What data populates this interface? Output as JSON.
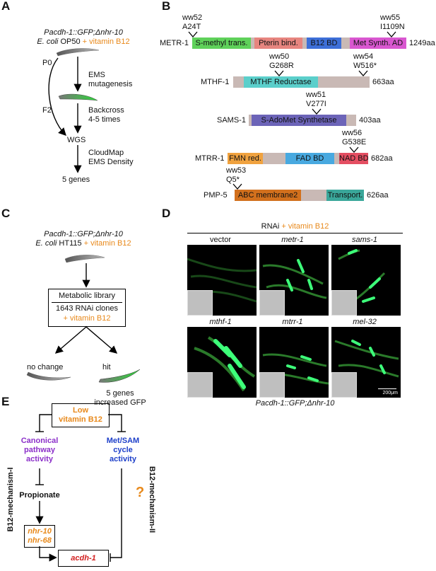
{
  "panels": {
    "A": "A",
    "B": "B",
    "C": "C",
    "D": "D",
    "E": "E"
  },
  "panelA": {
    "strain": "Pacdh-1::GFP;Δnhr-10",
    "bacteria_prefix": "E. coli",
    "bacteria_strain": "OP50",
    "supplement": "+ vitamin B12",
    "p0": "P0",
    "f2": "F2",
    "step1": [
      "EMS",
      "mutagenesis"
    ],
    "step2": [
      "Backcross",
      "4-5 times"
    ],
    "wgs": "WGS",
    "step3": [
      "CloudMap",
      "EMS Density"
    ],
    "result": "5 genes"
  },
  "panelB": {
    "proteins": [
      {
        "name": "METR-1",
        "length": "1249aa",
        "domains": [
          "S-methyl trans.",
          "Pterin bind.",
          "B12 BD",
          "Met Synth. AD"
        ],
        "mutations": [
          {
            "allele": "ww52",
            "change": "A24T"
          },
          {
            "allele": "ww55",
            "change": "I1109N"
          }
        ]
      },
      {
        "name": "MTHF-1",
        "length": "663aa",
        "domains": [
          "MTHF Reductase"
        ],
        "mutations": [
          {
            "allele": "ww50",
            "change": "G268R"
          },
          {
            "allele": "ww54",
            "change": "W516*"
          }
        ]
      },
      {
        "name": "SAMS-1",
        "length": "403aa",
        "domains": [
          "S-AdoMet Synthetase"
        ],
        "mutations": [
          {
            "allele": "ww51",
            "change": "V277I"
          }
        ]
      },
      {
        "name": "MTRR-1",
        "length": "682aa",
        "domains": [
          "FMN red.",
          "FAD BD",
          "NAD BD"
        ],
        "mutations": [
          {
            "allele": "ww56",
            "change": "G538E"
          }
        ]
      },
      {
        "name": "PMP-5",
        "length": "626aa",
        "domains": [
          "ABC membrane2",
          "Transport."
        ],
        "mutations": [
          {
            "allele": "ww53",
            "change": "Q5*"
          }
        ]
      }
    ],
    "colors": {
      "smethyl": "#5fd15a",
      "pterin": "#e7857f",
      "b12": "#3d6fd8",
      "metsynth": "#d957d0",
      "mthf": "#5bcfcb",
      "sams": "#6c64b8",
      "fmn": "#f0a23f",
      "fad": "#48a9e0",
      "nad": "#e44e62",
      "abc": "#d2701d",
      "transport": "#3aa79a",
      "backbone": "#c9b9b5"
    }
  },
  "panelC": {
    "strain": "Pacdh-1::GFP;Δnhr-10",
    "bacteria_prefix": "E. coli",
    "bacteria_strain": "HT115",
    "supplement": "+ vitamin B12",
    "box": [
      "Metabolic library",
      "1643 RNAi clones",
      "+ vitamin B12"
    ],
    "no_change": "no change",
    "hit": "hit",
    "hit_desc": [
      "5 genes",
      "increased GFP"
    ]
  },
  "panelD": {
    "header_prefix": "RNAi",
    "header_supplement": "+ vitamin B12",
    "labels": [
      "vector",
      "metr-1",
      "sams-1",
      "mthf-1",
      "mtrr-1",
      "mel-32"
    ],
    "scale": "200μm",
    "strain": "Pacdh-1::GFP;Δnhr-10"
  },
  "panelE": {
    "top": [
      "Low",
      "vitamin B12"
    ],
    "canonical": [
      "Canonical",
      "pathway",
      "activity"
    ],
    "metsam": [
      "Met/SAM",
      "cycle",
      "activity"
    ],
    "propionate": "Propionate",
    "nhr": [
      "nhr-10",
      "nhr-68"
    ],
    "target": "acdh-1",
    "mech1": "B12-mechanism-I",
    "mech2": "B12-mechanism-II",
    "question": "?"
  }
}
